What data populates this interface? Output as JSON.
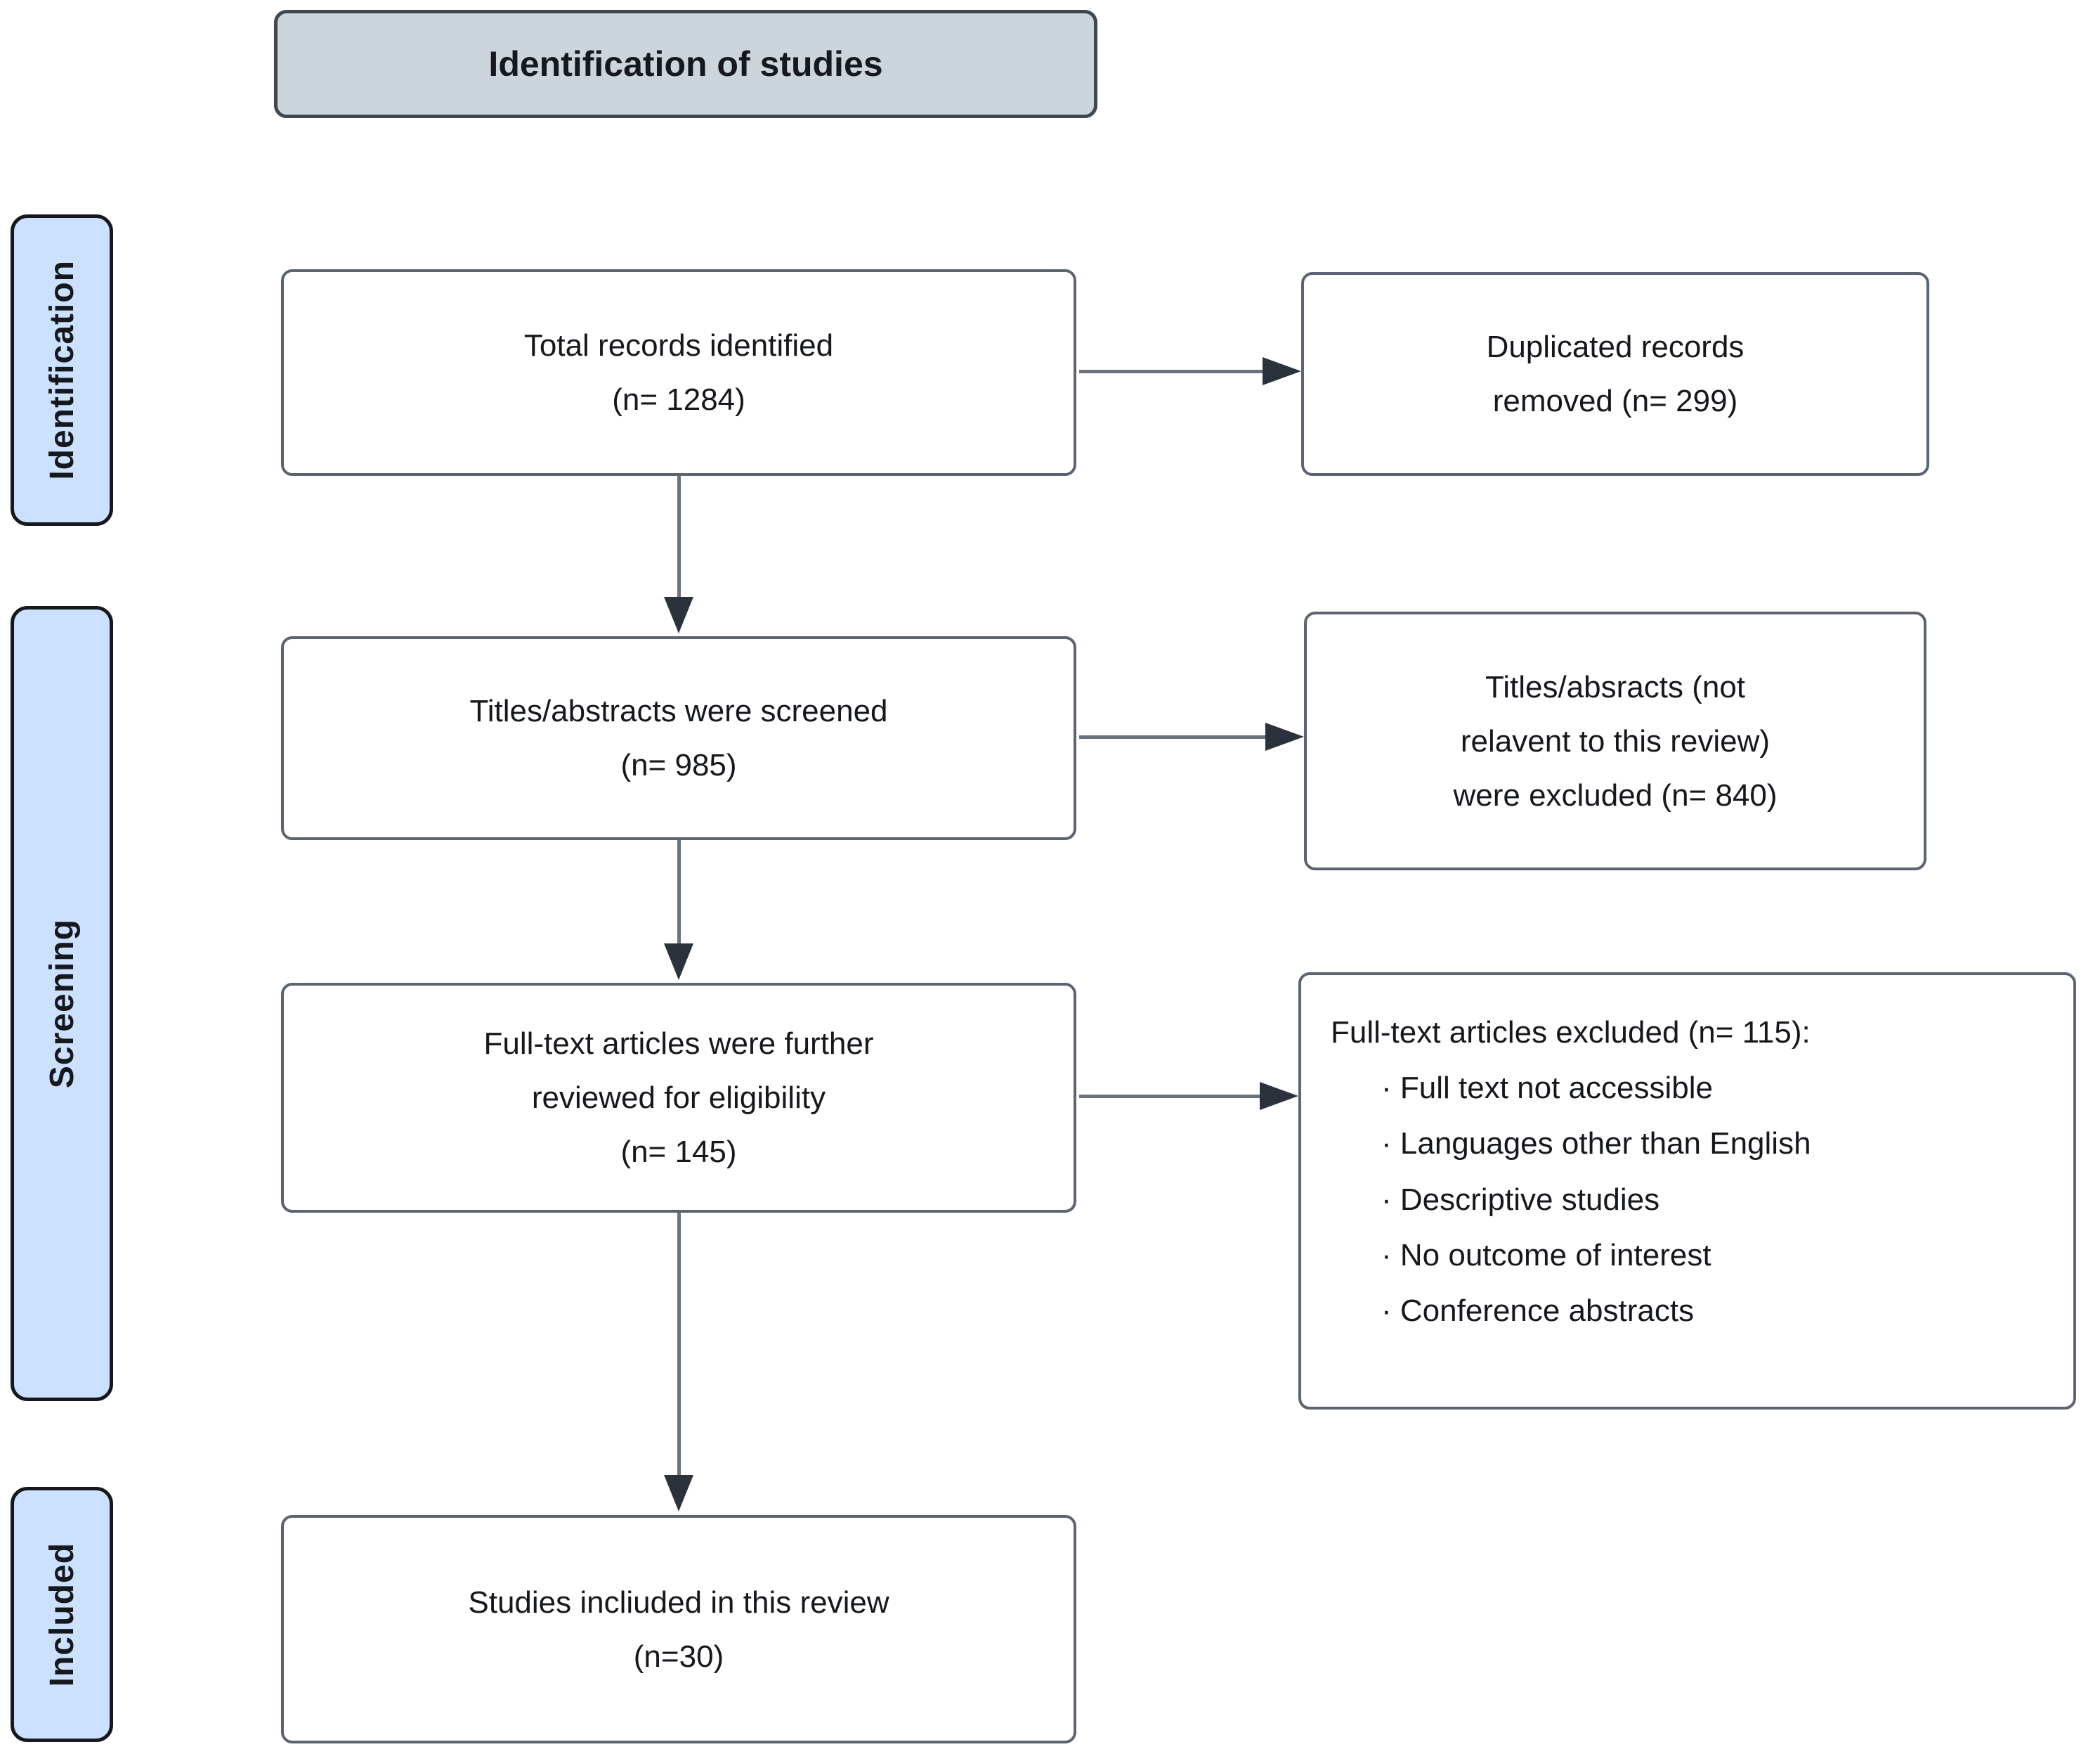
{
  "title": "Identification of studies",
  "sidebar": {
    "items": [
      {
        "label": "Identification"
      },
      {
        "label": "Screening"
      },
      {
        "label": "Included"
      }
    ]
  },
  "flow": {
    "total_records": "Total records identified\n(n= 1284)",
    "duplicates_removed": "Duplicated records\nremoved (n= 299)",
    "titles_screened": "Titles/abstracts were screened\n(n= 985)",
    "titles_excluded": "Titles/absracts (not\nrelavent to this review)\nwere excluded (n= 840)",
    "fulltext_reviewed": "Full-text articles were further\nreviewed for eligibility\n(n= 145)",
    "fulltext_excluded": {
      "heading": "Full-text articles excluded (n= 115):",
      "items": [
        "· Full text not accessible",
        "· Languages other than English",
        "· Descriptive studies",
        "· No outcome of interest",
        "· Conference abstracts"
      ]
    },
    "studies_included": "Studies incliuded in this review\n(n=30)"
  },
  "colors": {
    "stage_fill": "#cce0ff",
    "title_fill": "#cdd5dc",
    "box_fill": "#ffffff",
    "box_border": "#5b6470",
    "stage_border": "#15181c",
    "arrow_line": "#6b737e",
    "arrow_head": "#2b323c",
    "text": "#15181c"
  }
}
